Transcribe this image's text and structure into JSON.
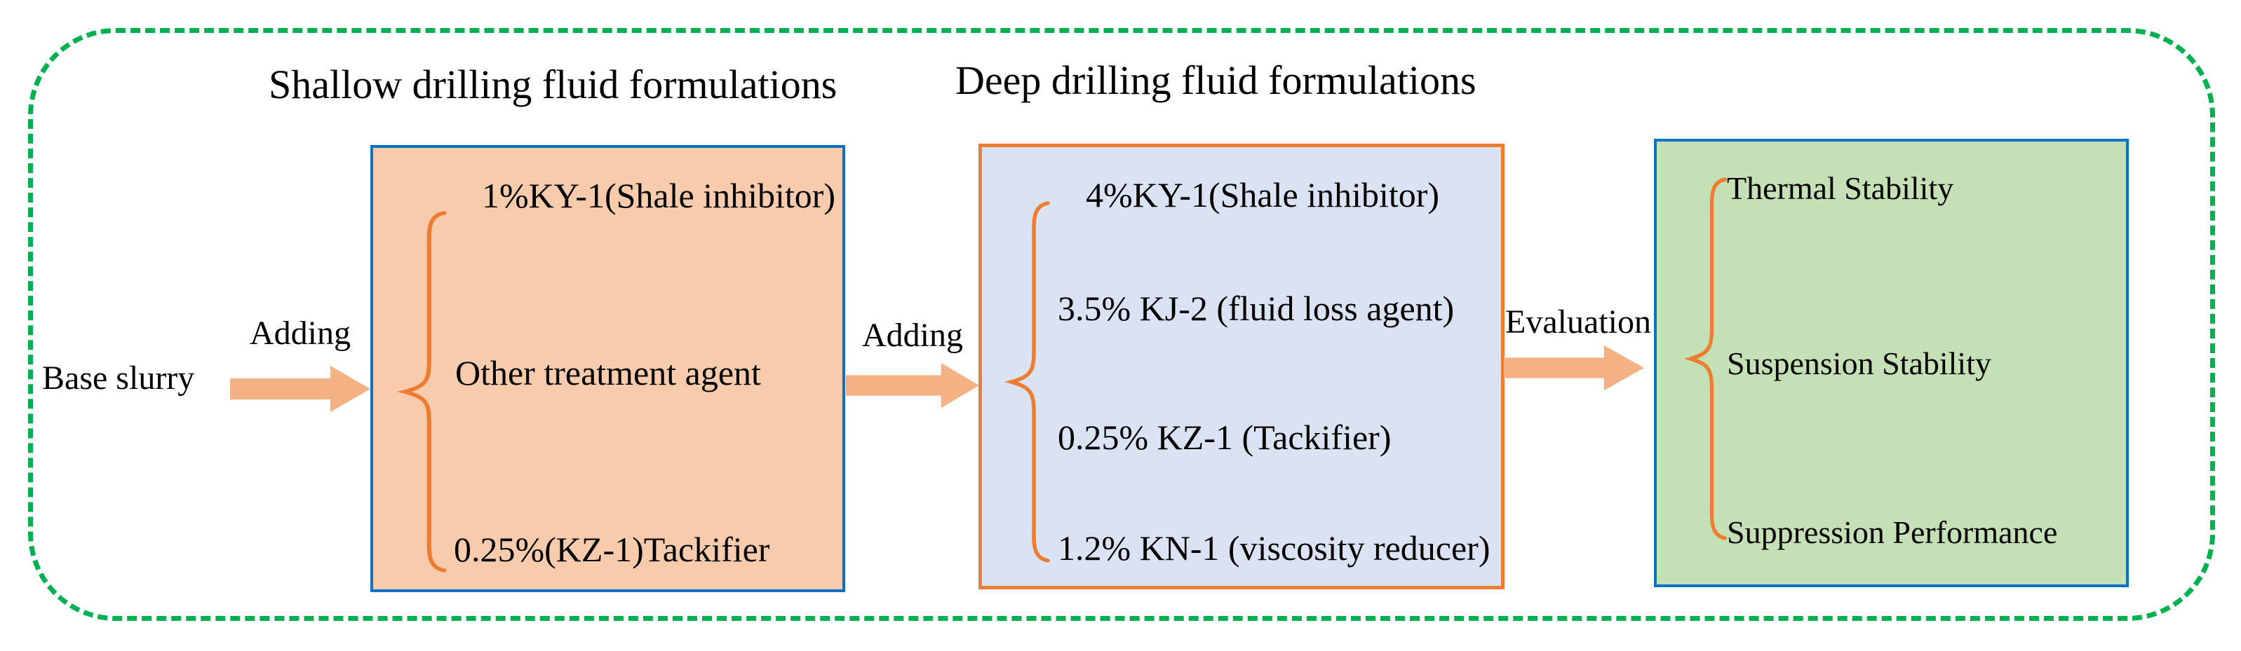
{
  "colors": {
    "frame": "#00B050",
    "border_blue": "#0A72C6",
    "border_orange": "#ED7D31",
    "box_shallow_fill": "#F8CBAD",
    "box_deep_fill": "#DAE3F3",
    "box_eval_fill": "#C5E0B4",
    "arrow": "#F4B183",
    "brace": "#ED7D31",
    "text": "#000000"
  },
  "titles": {
    "shallow": "Shallow drilling fluid formulations",
    "deep": "Deep drilling fluid formulations"
  },
  "flow": {
    "source": "Base slurry",
    "step1": "Adding",
    "step2": "Adding",
    "step3": "Evaluation"
  },
  "shallow_box": {
    "items": [
      "1%KY-1(Shale inhibitor)",
      "Other treatment agent",
      "0.25%(KZ-1)Tackifier"
    ]
  },
  "deep_box": {
    "items": [
      "4%KY-1(Shale inhibitor)",
      "3.5% KJ-2 (fluid loss agent)",
      "0.25% KZ-1 (Tackifier)",
      "1.2% KN-1 (viscosity reducer)"
    ]
  },
  "eval_box": {
    "items": [
      "Thermal Stability",
      "Suspension Stability",
      "Suppression Performance"
    ]
  }
}
